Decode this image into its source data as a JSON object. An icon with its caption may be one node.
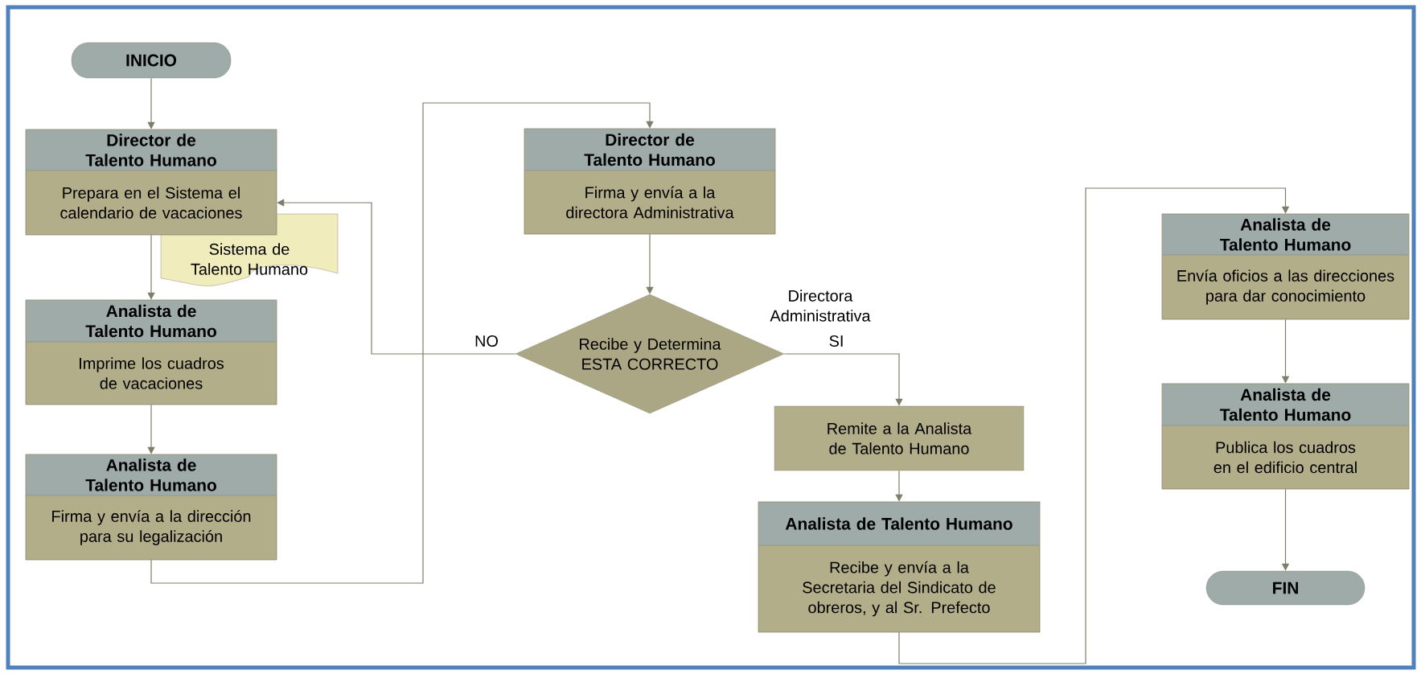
{
  "diagram": {
    "nodes": [
      {
        "text": [
          "INICIO"
        ]
      },
      {
        "text": [
          "Director de Talento Humano",
          "Prepara en el Sistema el calendario de vacaciones"
        ]
      },
      {
        "text": [
          "Sistema de Talento Humano"
        ]
      },
      {
        "text": [
          "Analista de Talento Humano",
          "Imprime los cuadros de vacaciones"
        ]
      },
      {
        "text": [
          "Analista de Talento Humano",
          "Firma y envía a la dirección para su legalización"
        ]
      },
      {
        "text": [
          "Director de Talento Humano",
          "Firma y envía a la directora Administrativa"
        ]
      },
      {
        "text": [
          "Recibe y Determina ESTA CORRECTO"
        ],
        "beside": [
          "Directora Administrativa"
        ]
      },
      {
        "text": [
          "Remite a la Analista de Talento Humano"
        ]
      },
      {
        "text": [
          "Analista de Talento Humano",
          "Recibe y envía a la Secretaria del Sindicato de obreros, y al Sr. Prefecto"
        ]
      },
      {
        "text": [
          "Analista de Talento Humano",
          "Envía oficios a las direcciones para dar conocimiento"
        ]
      },
      {
        "text": [
          "Analista de Talento Humano",
          "Publica los cuadros en el edificio central"
        ]
      },
      {
        "text": [
          "FIN"
        ]
      }
    ],
    "edges": [
      {
        "from": 0,
        "to": 1,
        "arrow": "to"
      },
      {
        "from": 1,
        "to": 3,
        "arrow": "to"
      },
      {
        "from": 3,
        "to": 4,
        "arrow": "to"
      },
      {
        "from": 4,
        "to": 5,
        "arrow": "to"
      },
      {
        "from": 5,
        "to": 6,
        "arrow": "to"
      },
      {
        "from": 6,
        "to": 1,
        "arrow": "to",
        "label": "NO"
      },
      {
        "from": 6,
        "to": 7,
        "arrow": "to",
        "label": "SI"
      },
      {
        "from": 7,
        "to": 8,
        "arrow": "to"
      },
      {
        "from": 8,
        "to": 9,
        "arrow": "to"
      },
      {
        "from": 9,
        "to": 10,
        "arrow": "to"
      },
      {
        "from": 10,
        "to": 11,
        "arrow": "to"
      }
    ]
  }
}
